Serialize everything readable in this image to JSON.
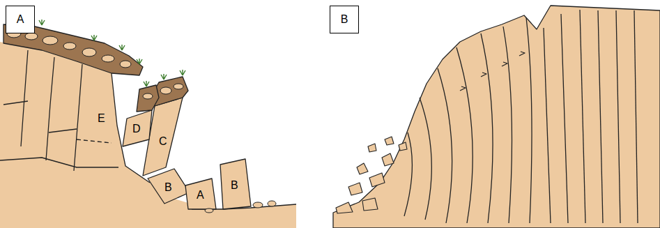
{
  "diagram": {
    "nodes": [
      {
        "text": [
          "A"
        ]
      },
      {
        "text": [
          "B"
        ]
      }
    ],
    "labels": [
      "E",
      "D",
      "C",
      "B",
      "A",
      "B"
    ]
  }
}
